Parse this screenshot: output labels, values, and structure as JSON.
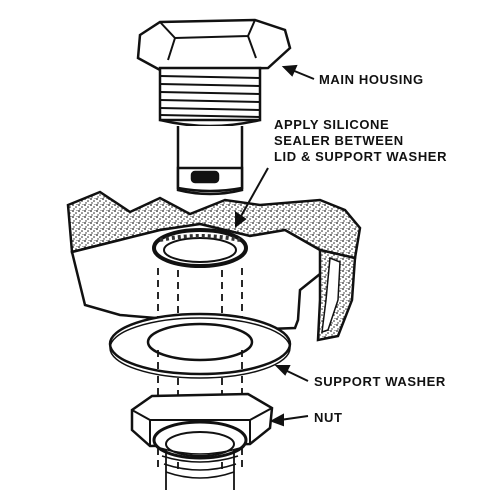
{
  "labels": {
    "main_housing": "MAIN HOUSING",
    "sealer_lines": [
      "APPLY SILICONE",
      "SEALER BETWEEN",
      "LID & SUPPORT WASHER"
    ],
    "support_washer": "SUPPORT WASHER",
    "nut": "NUT"
  },
  "colors": {
    "ink": "#111111",
    "paper": "#ffffff",
    "sealant": "#555555"
  }
}
